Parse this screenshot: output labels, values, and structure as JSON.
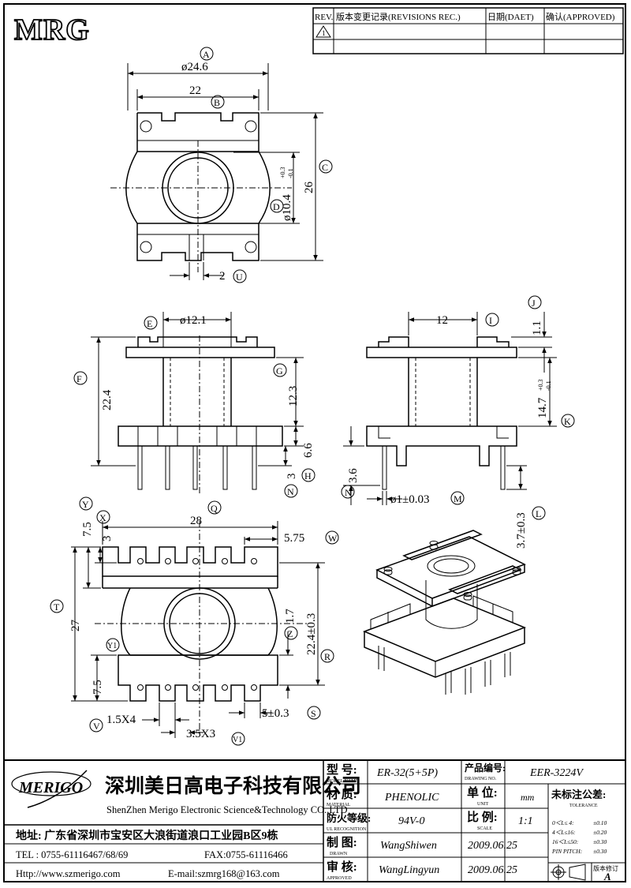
{
  "logo": "MRG",
  "revision_table": {
    "headers": [
      "REV.",
      "版本变更记录(REVISIONS REC.)",
      "日期(DAET)",
      "确认(APPROVED)"
    ],
    "row1_rev": "1"
  },
  "top_view": {
    "label_A": "A",
    "dim_A": "ø24.6",
    "label_B": "B",
    "dim_B": "22",
    "label_C": "C",
    "dim_C": "26",
    "label_D": "D",
    "dim_D": "ø10.4",
    "dim_D_plus": "+0.3",
    "dim_D_minus": "-0.1",
    "label_U": "U",
    "dim_U": "2"
  },
  "front_view": {
    "label_E": "E",
    "dim_E": "ø12.1",
    "label_F": "F",
    "dim_F": "22.4",
    "label_G": "G",
    "dim_G": "12.3",
    "label_H": "H",
    "dim_H": "3",
    "dim_66": "6.6",
    "label_N": "N"
  },
  "side_view": {
    "dim_12": "12",
    "label_I": "I",
    "label_J": "J",
    "dim_J": "1.1",
    "label_K": "K",
    "dim_K": "14.7",
    "dim_K_plus": "+0.3",
    "dim_K_minus": "-0.1",
    "label_N": "N",
    "dim_N": "3.6",
    "label_M": "M",
    "dim_M": "ø1±0.03",
    "label_L": "L",
    "dim_L": "3.7±0.3"
  },
  "bottom_view": {
    "label_Y": "Y",
    "dim_Y": "7.5",
    "label_X": "X",
    "dim_X": "3",
    "label_Q": "Q",
    "dim_Q": "28",
    "label_W": "W",
    "dim_W": "5.75",
    "label_T": "T",
    "dim_T": "27",
    "dim_224": "22.4±0.3",
    "dim_17": "1.7",
    "label_Z": "Z",
    "label_Y1": "Y1",
    "dim_Y1": "7.5",
    "label_R": "R",
    "dim_S": "5±0.3",
    "label_S": "S",
    "label_V": "V",
    "dim_V": "1.5X4",
    "dim_V1": "3.5X3",
    "label_V1": "V1"
  },
  "title_block": {
    "company_logo": "MERIGO",
    "company_cn": "深圳美日高电子科技有限公司",
    "company_en": "ShenZhen Merigo Electronic Science&Technology CO.,LTD",
    "address": "地址: 广东省深圳市宝安区大浪街道浪口工业园B区9栋",
    "tel": "TEL : 0755-61116467/68/69",
    "fax": "FAX:0755-61116466",
    "http": "Http://www.szmerigo.com",
    "email": "E-mail:szmrg168@163.com",
    "model_label_cn": "型 号:",
    "model_label_en": "MODEL NAME",
    "model_value": "ER-32(5+5P)",
    "material_label_cn": "材 质:",
    "material_label_en": "MATERIAL",
    "material_value": "PHENOLIC",
    "ul_label_cn": "防火等级:",
    "ul_label_en": "UL RECOGNITION",
    "ul_value": "94V-0",
    "drawn_label_cn": "制 图:",
    "drawn_label_en": "DRAWN",
    "drawn_value": "WangShiwen",
    "approved_label_cn": "审 核:",
    "approved_label_en": "APPROVED",
    "approved_value": "WangLingyun",
    "drawing_no_label_cn": "产品编号:",
    "drawing_no_label_en": "DRAWING NO.",
    "drawing_no_value": "EER-3224V",
    "unit_label_cn": "单 位:",
    "unit_label_en": "UNIT",
    "unit_value": "mm",
    "scale_label_cn": "比 例:",
    "scale_label_en": "SCALE",
    "scale_value": "1:1",
    "date1": "2009.06.25",
    "date2": "2009.06.25",
    "tolerance_label_cn": "未标注公差:",
    "tolerance_label_en": "TOLERANCE",
    "tolerances": [
      {
        "range": "0＜L≤ 4:",
        "value": "±0.10"
      },
      {
        "range": "4＜L≤16:",
        "value": "±0.20"
      },
      {
        "range": "16＜L≤50:",
        "value": "±0.30"
      },
      {
        "range": "PIN PITCH:",
        "value": "±0.30"
      }
    ],
    "rev_label": "版本修订",
    "rev_value": "A"
  }
}
